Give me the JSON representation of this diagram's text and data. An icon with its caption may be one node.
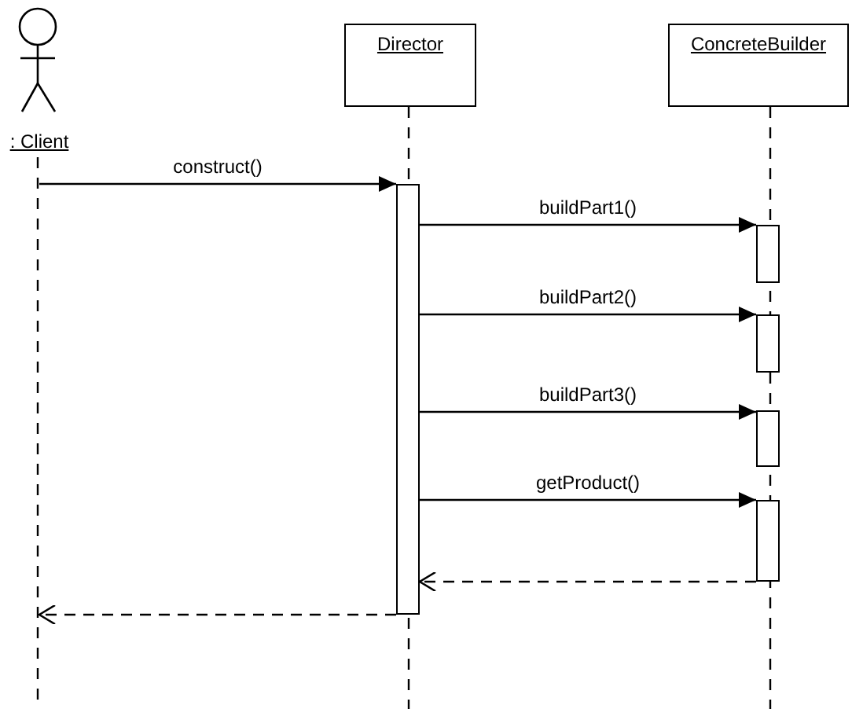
{
  "diagram": {
    "nodes": [
      {
        "text": [
          ": Client"
        ]
      },
      {
        "text": [
          "Director"
        ]
      },
      {
        "text": [
          "ConcreteBuilder"
        ]
      },
      {
        "text": [],
        "shape": "bar"
      },
      {
        "text": [],
        "shape": "bar"
      },
      {
        "text": [],
        "shape": "bar"
      },
      {
        "text": [],
        "shape": "bar"
      },
      {
        "text": [],
        "shape": "bar"
      }
    ],
    "edges": [
      {
        "from": null,
        "to": 3,
        "arrow": "to",
        "label": "construct()"
      },
      {
        "from": 3,
        "to": 4,
        "arrow": "to",
        "label": "buildPart1()"
      },
      {
        "from": 3,
        "to": 5,
        "arrow": "to",
        "label": "buildPart2()"
      },
      {
        "from": 3,
        "to": 6,
        "arrow": "to",
        "label": "buildPart3()"
      },
      {
        "from": 3,
        "to": 7,
        "arrow": "to",
        "label": "getProduct()"
      },
      {
        "from": 7,
        "to": 3,
        "arrow": "to",
        "style": "dashed"
      },
      {
        "from": 3,
        "to": null,
        "arrow": "to",
        "style": "dashed"
      }
    ]
  }
}
